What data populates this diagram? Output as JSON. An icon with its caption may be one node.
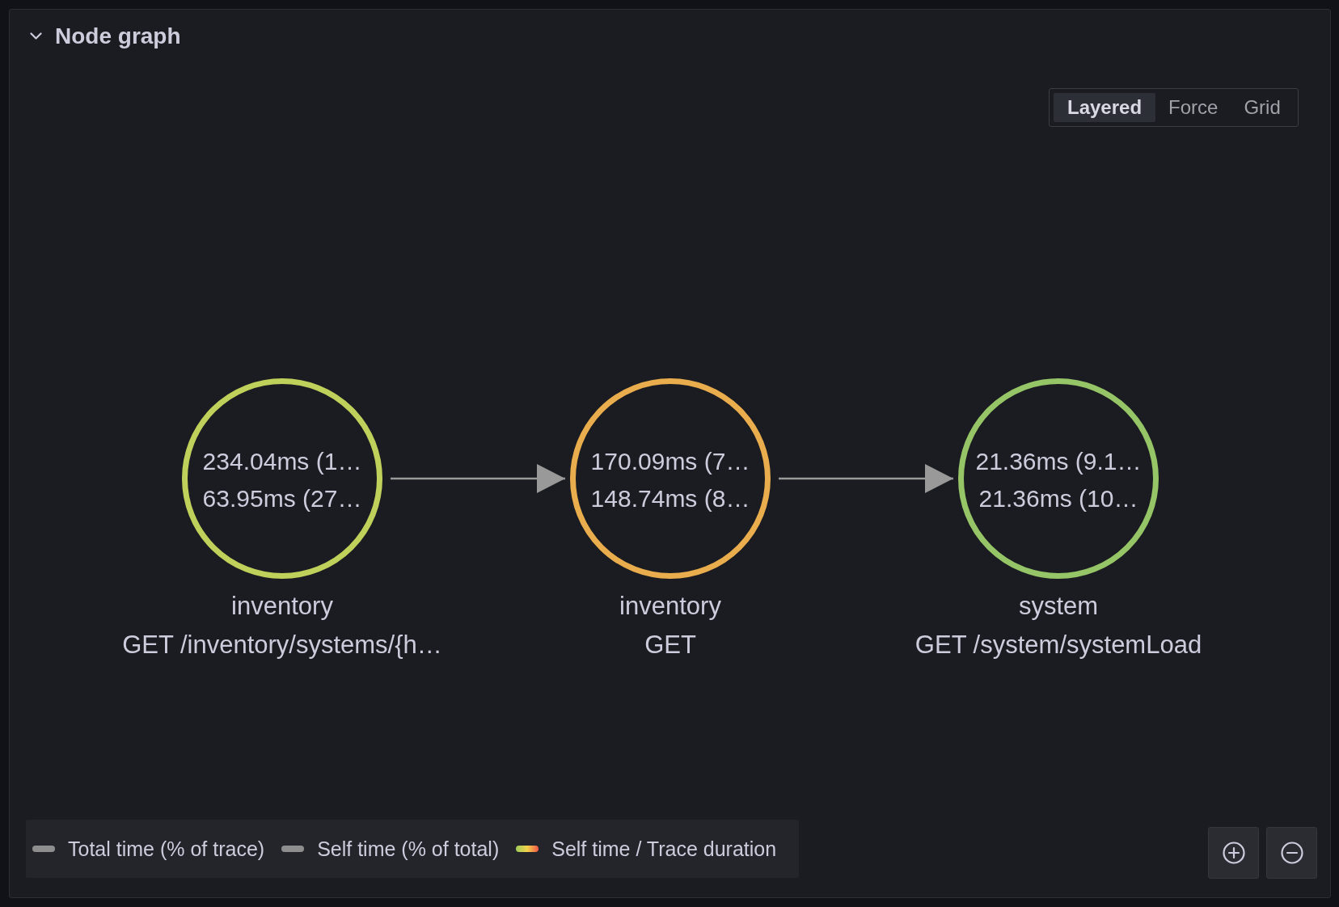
{
  "diagram": {
    "title": "Node graph",
    "nodes": [
      {
        "text": [
          "234.04ms (1…",
          "63.95ms (27…"
        ],
        "beside": [
          "inventory",
          "GET /inventory/systems/{h…"
        ]
      },
      {
        "text": [
          "170.09ms (7…",
          "148.74ms (8…"
        ],
        "beside": [
          "inventory",
          "GET"
        ]
      },
      {
        "text": [
          "21.36ms (9.1…",
          "21.36ms (10…"
        ],
        "beside": [
          "system",
          "GET /system/systemLoad"
        ]
      }
    ],
    "edges": [
      {
        "from": 0,
        "to": 1,
        "arrow": "to"
      },
      {
        "from": 1,
        "to": 2,
        "arrow": "to"
      }
    ],
    "labels": [
      "Layered",
      "Force",
      "Grid"
    ],
    "legend": [
      {
        "text": "Total time (% of trace)",
        "color": "#8e8e8e"
      },
      {
        "text": "Self time (% of total)",
        "color": "#8e8e8e"
      },
      {
        "text": "Self time / Trace duration"
      }
    ]
  }
}
